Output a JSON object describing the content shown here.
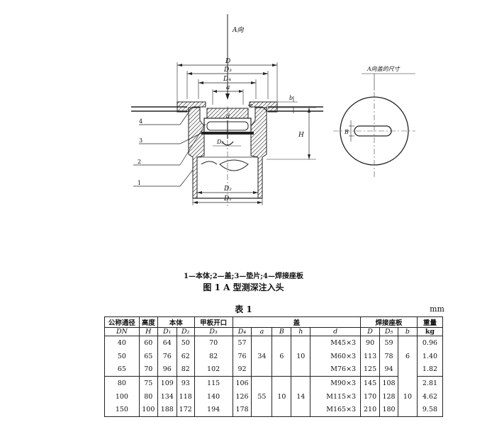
{
  "drawing": {
    "view_arrow_label": "A向",
    "side_view_title": "A向盖的尺寸",
    "dims": {
      "D": "D",
      "D3": "D₃",
      "D4": "D₄",
      "a": "a",
      "b": "b",
      "d": "d",
      "D5": "D₅",
      "D2": "D₂",
      "D1": "D₁",
      "H": "H",
      "A": "A",
      "B": "B"
    },
    "part_numbers": [
      "4",
      "3",
      "2",
      "1"
    ]
  },
  "caption_parts": "1—本体;2—盖;3—垫片;4—焊接座板",
  "caption_figure": "图 1   A 型测深注入头",
  "table": {
    "title": "表 1",
    "unit": "mm",
    "headers": {
      "dn": "公称通径",
      "dn_sym": "DN",
      "height": "高度",
      "height_sym": "H",
      "body": "本体",
      "d1": "D₁",
      "d2": "D₂",
      "deck": "甲板开口",
      "d3": "D₃",
      "cover": "盖",
      "d4": "D₄",
      "a": "a",
      "B": "B",
      "h": "h",
      "d": "d",
      "weld": "焊接座板",
      "D": "D",
      "d5": "D₅",
      "b": "b",
      "weight": "重量",
      "weight_unit": "kg"
    },
    "rows": [
      {
        "dn": "40",
        "H": "60",
        "D1": "64",
        "D2": "50",
        "D3": "70",
        "D4": "57",
        "d": "M45×3",
        "D": "90",
        "D5": "59",
        "kg": "0.96"
      },
      {
        "dn": "50",
        "H": "65",
        "D1": "76",
        "D2": "62",
        "D3": "82",
        "D4": "76",
        "d": "M60×3",
        "D": "113",
        "D5": "78",
        "kg": "1.40"
      },
      {
        "dn": "65",
        "H": "70",
        "D1": "96",
        "D2": "82",
        "D3": "102",
        "D4": "92",
        "d": "M76×3",
        "D": "125",
        "D5": "94",
        "kg": "1.82"
      },
      {
        "dn": "80",
        "H": "75",
        "D1": "109",
        "D2": "93",
        "D3": "115",
        "D4": "106",
        "d": "M90×3",
        "D": "145",
        "D5": "108",
        "kg": "2.81"
      },
      {
        "dn": "100",
        "H": "80",
        "D1": "134",
        "D2": "118",
        "D3": "140",
        "D4": "126",
        "d": "M115×3",
        "D": "170",
        "D5": "128",
        "kg": "4.62"
      },
      {
        "dn": "150",
        "H": "100",
        "D1": "188",
        "D2": "172",
        "D3": "194",
        "D4": "178",
        "d": "M165×3",
        "D": "210",
        "D5": "180",
        "kg": "9.58"
      }
    ],
    "group1": {
      "a": "34",
      "B": "6",
      "h": "10",
      "b": "6"
    },
    "group2": {
      "a": "55",
      "B": "10",
      "h": "14",
      "b": "10"
    }
  }
}
